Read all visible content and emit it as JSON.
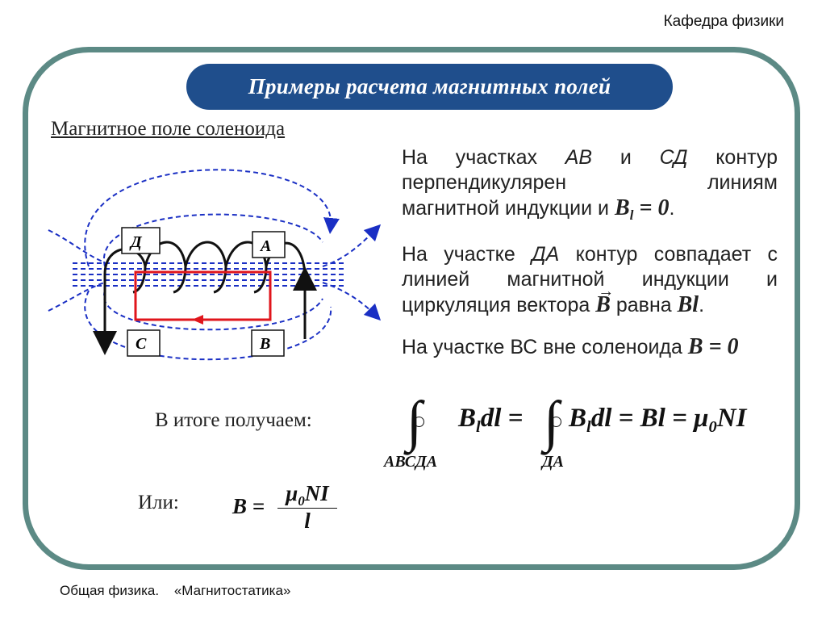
{
  "header": {
    "department": "Кафедра физики"
  },
  "title": "Примеры  расчета  магнитных полей",
  "subtitle": "Магнитное поле соленоида",
  "diagram": {
    "labels": {
      "D": "Д",
      "A": "А",
      "C": "С",
      "B": "В"
    }
  },
  "paragraph1": {
    "line1": [
      "На участках",
      "АВ",
      "и",
      "СД",
      "контур"
    ],
    "line2": [
      "перпендикулярен",
      "линиям"
    ],
    "line3": "магнитной индукции и",
    "formula_B": "B",
    "formula_sub": "l",
    "formula_rest": " = 0",
    "end": "."
  },
  "paragraph2": {
    "line1_a": "На участке",
    "line1_b": "ДА",
    "line1_c": "контур совпадает с",
    "line2": [
      "линией магнитной индукции",
      "и"
    ],
    "line3_a": "циркуляция вектора",
    "vector": "B",
    "line3_b": "равна",
    "value": "Bl",
    "end": "."
  },
  "paragraph3": {
    "text": "На участке ВС вне соленоида",
    "formula": "B = 0"
  },
  "result": {
    "label": "В итоге получаем:",
    "lower_limit_1": "АВСДА",
    "lower_limit_2": "ДА",
    "term1_B": "B",
    "term1_sub": "l",
    "term1_rest": "dl =",
    "term2_B": "B",
    "term2_sub": "l",
    "term2_rest": "dl = Bl = μ",
    "term2_sub0": "0",
    "term2_end": "NI"
  },
  "or": {
    "label": "Или:",
    "lhs": "B =",
    "numerator_mu": "μ",
    "numerator_sub": "0",
    "numerator_rest": "NI",
    "denominator": "l"
  },
  "footer": {
    "course": "Общая физика.",
    "topic": "«Магнитостатика»"
  }
}
